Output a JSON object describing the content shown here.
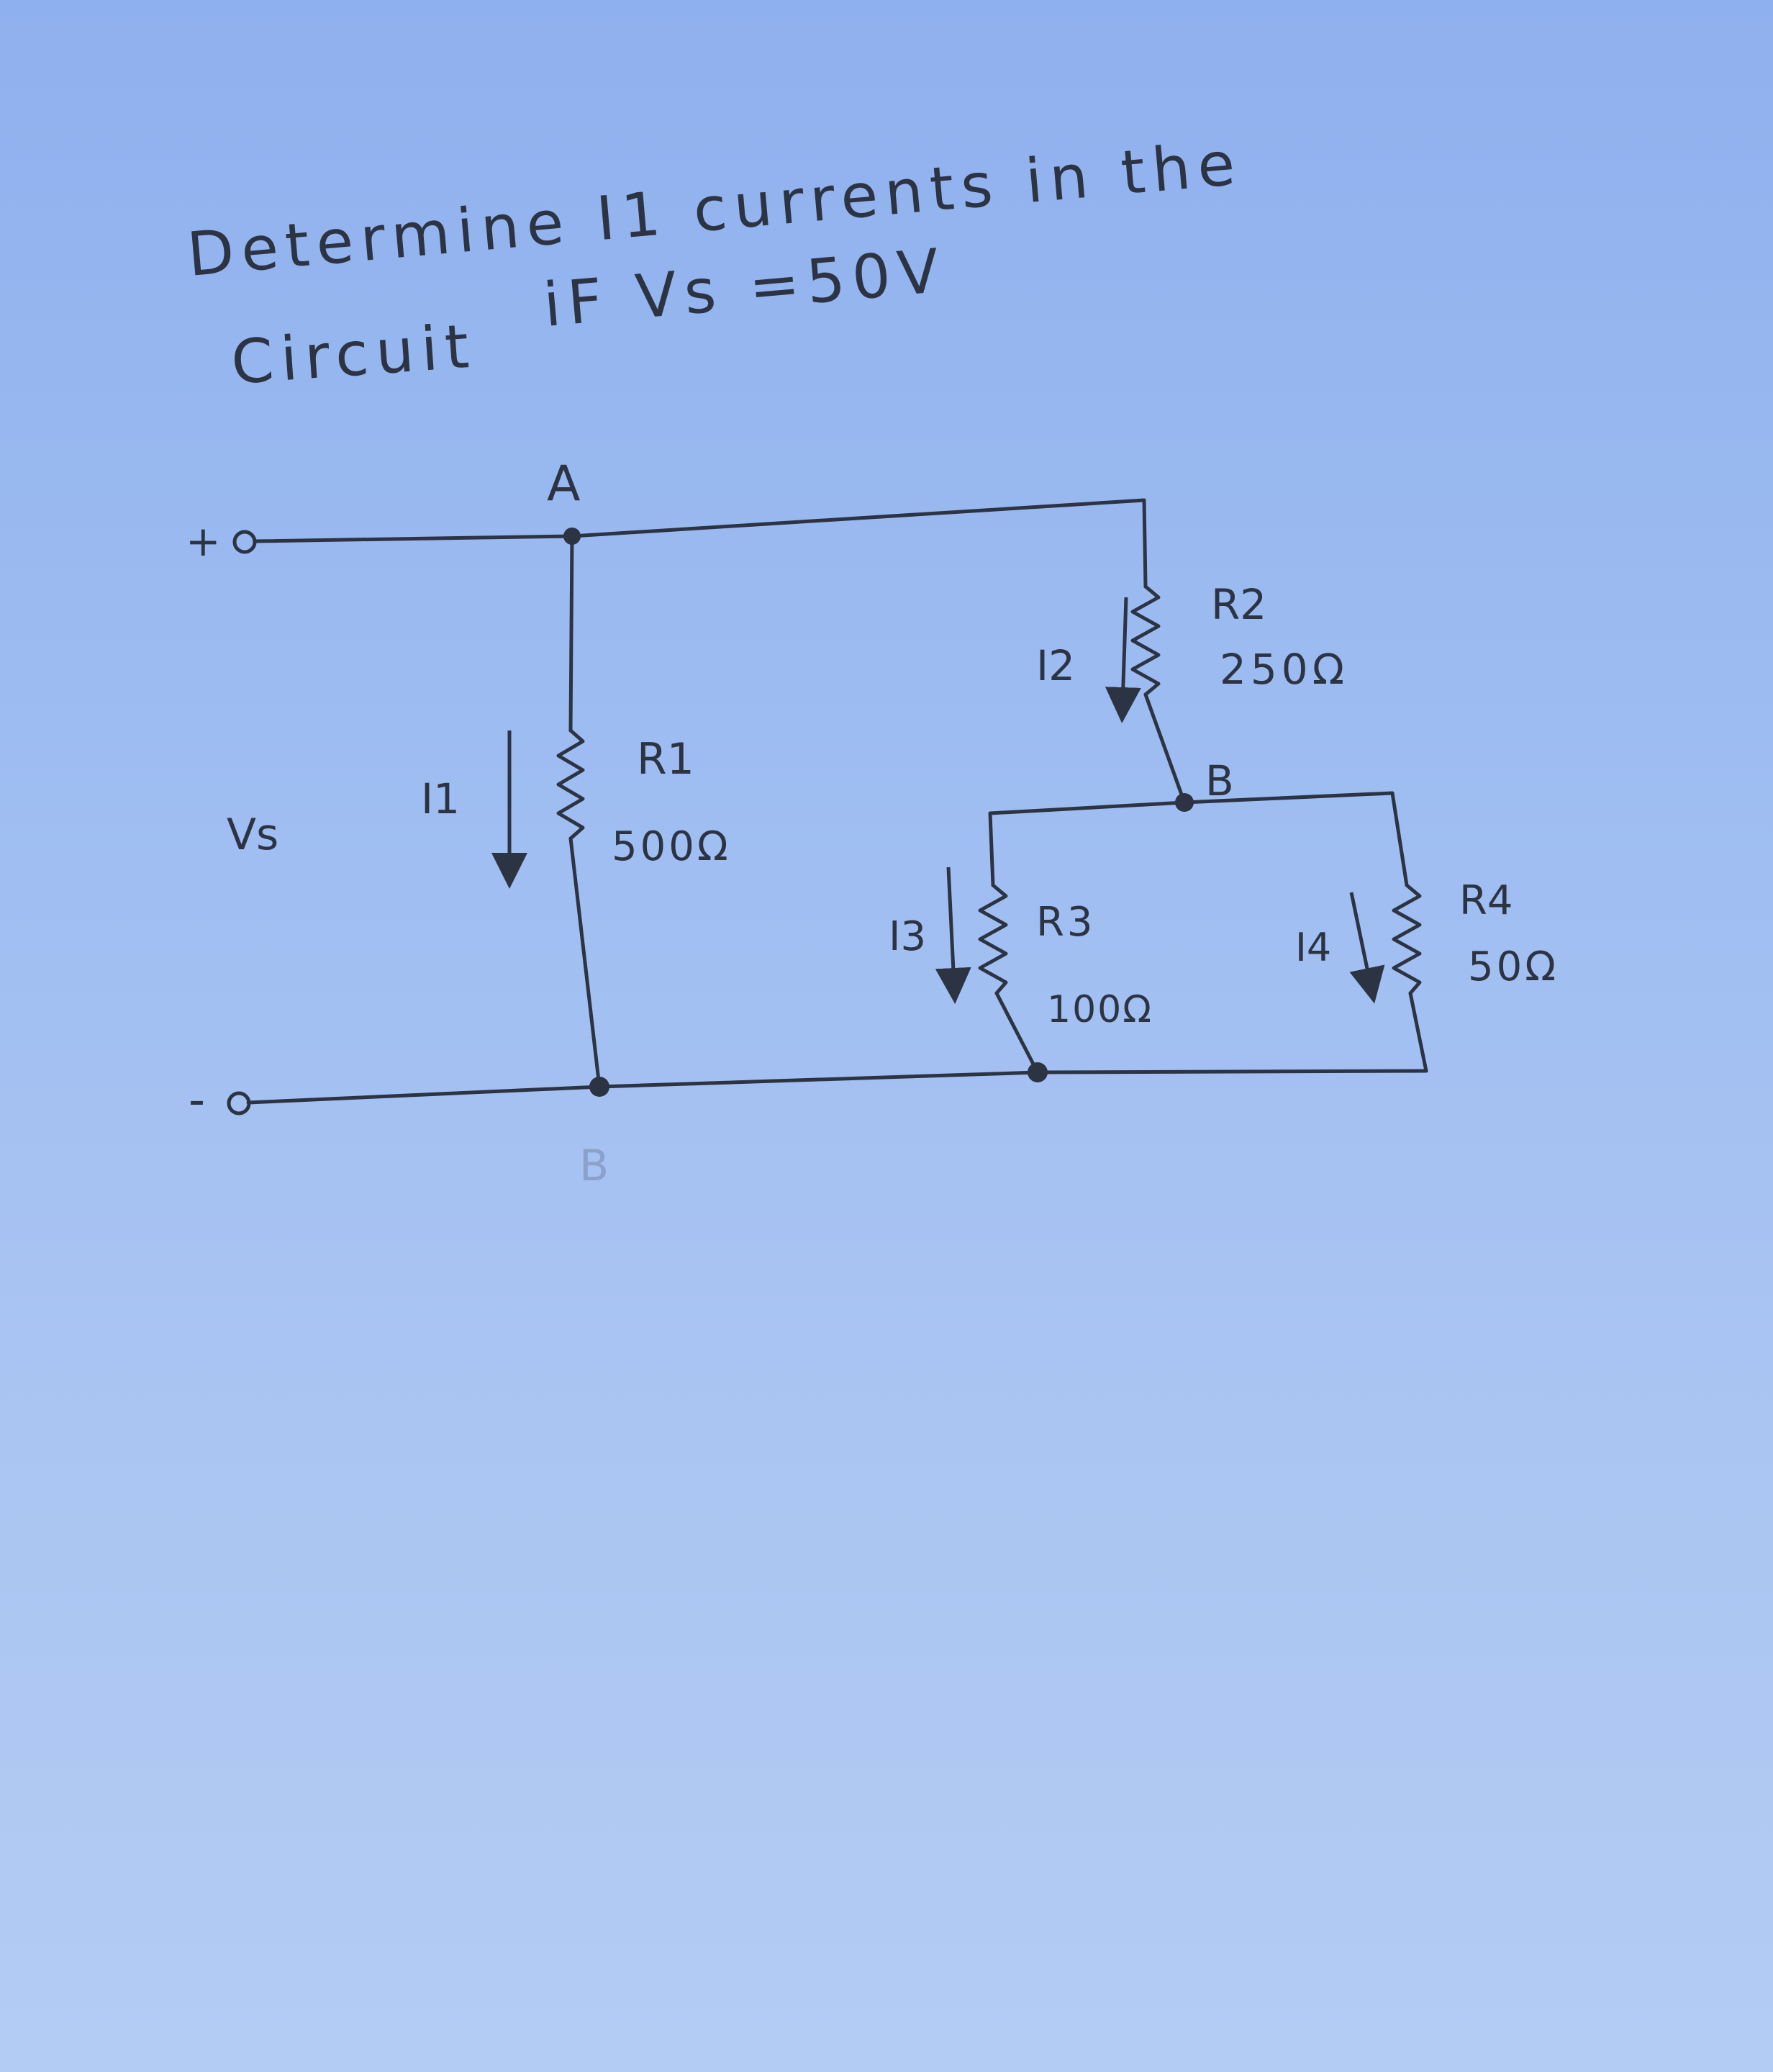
{
  "problem": {
    "line1": "Determine I1 currents in the",
    "line2_left": "Circuit",
    "line2_right": "iF Vs =50V"
  },
  "nodes": {
    "top": "A",
    "middle": "B",
    "bottom": "B"
  },
  "terminals": {
    "plus": "+",
    "minus": "-",
    "source": "Vs"
  },
  "resistors": [
    {
      "name": "R1",
      "value": "500Ω"
    },
    {
      "name": "R2",
      "value": "250Ω"
    },
    {
      "name": "R3",
      "value": "100Ω"
    },
    {
      "name": "R4",
      "value": "50Ω"
    }
  ],
  "currents": [
    "I1",
    "I2",
    "I3",
    "I4"
  ],
  "colors": {
    "paper": "#9dbcf1",
    "ink": "#2c3444"
  }
}
